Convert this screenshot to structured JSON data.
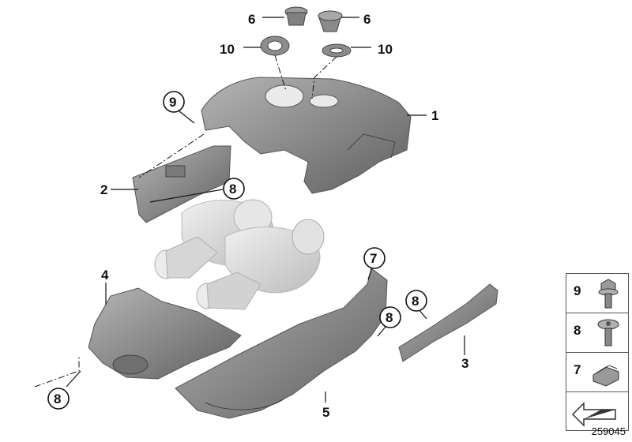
{
  "diagram_code": "259045",
  "callouts": {
    "p1": "1",
    "p2": "2",
    "p3": "3",
    "p4": "4",
    "p5": "5",
    "p6a": "6",
    "p6b": "6",
    "p7": "7",
    "p8a": "8",
    "p8b": "8",
    "p8c": "8",
    "p8d": "8",
    "p9": "9",
    "p10a": "10",
    "p10b": "10"
  },
  "legend": [
    {
      "num": "9",
      "icon": "flange-bolt-icon"
    },
    {
      "num": "8",
      "icon": "torx-screw-icon"
    },
    {
      "num": "7",
      "icon": "spring-clip-icon"
    },
    {
      "num": "",
      "icon": "arrow-symbol-icon"
    }
  ],
  "colors": {
    "part_fill": "#8e8e8e",
    "part_dark": "#6a6a6a",
    "turbo_fill": "#dcdcdc",
    "line": "#111111"
  }
}
